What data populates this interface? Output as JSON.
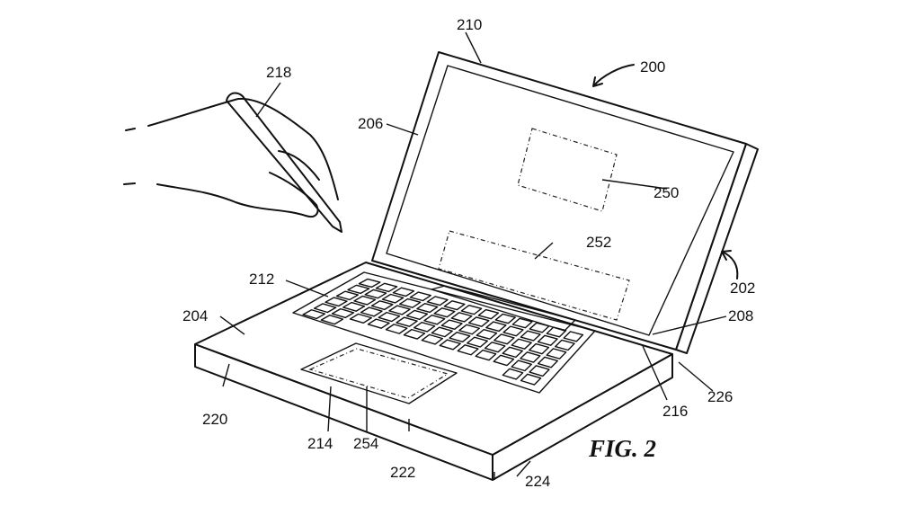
{
  "figure": {
    "title": "FIG. 2",
    "labels": {
      "device": "200",
      "hinge": "202",
      "base": "204",
      "lid": "206",
      "hinge_edge": "208",
      "display": "210",
      "keyboard": "212",
      "trackpad": "214",
      "touch_bar": "216",
      "stylus": "218",
      "base_left": "220",
      "base_front": "222",
      "base_front_right": "224",
      "base_right": "226",
      "display_region": "250",
      "display_region_lower": "252",
      "trackpad_region": "254"
    }
  }
}
